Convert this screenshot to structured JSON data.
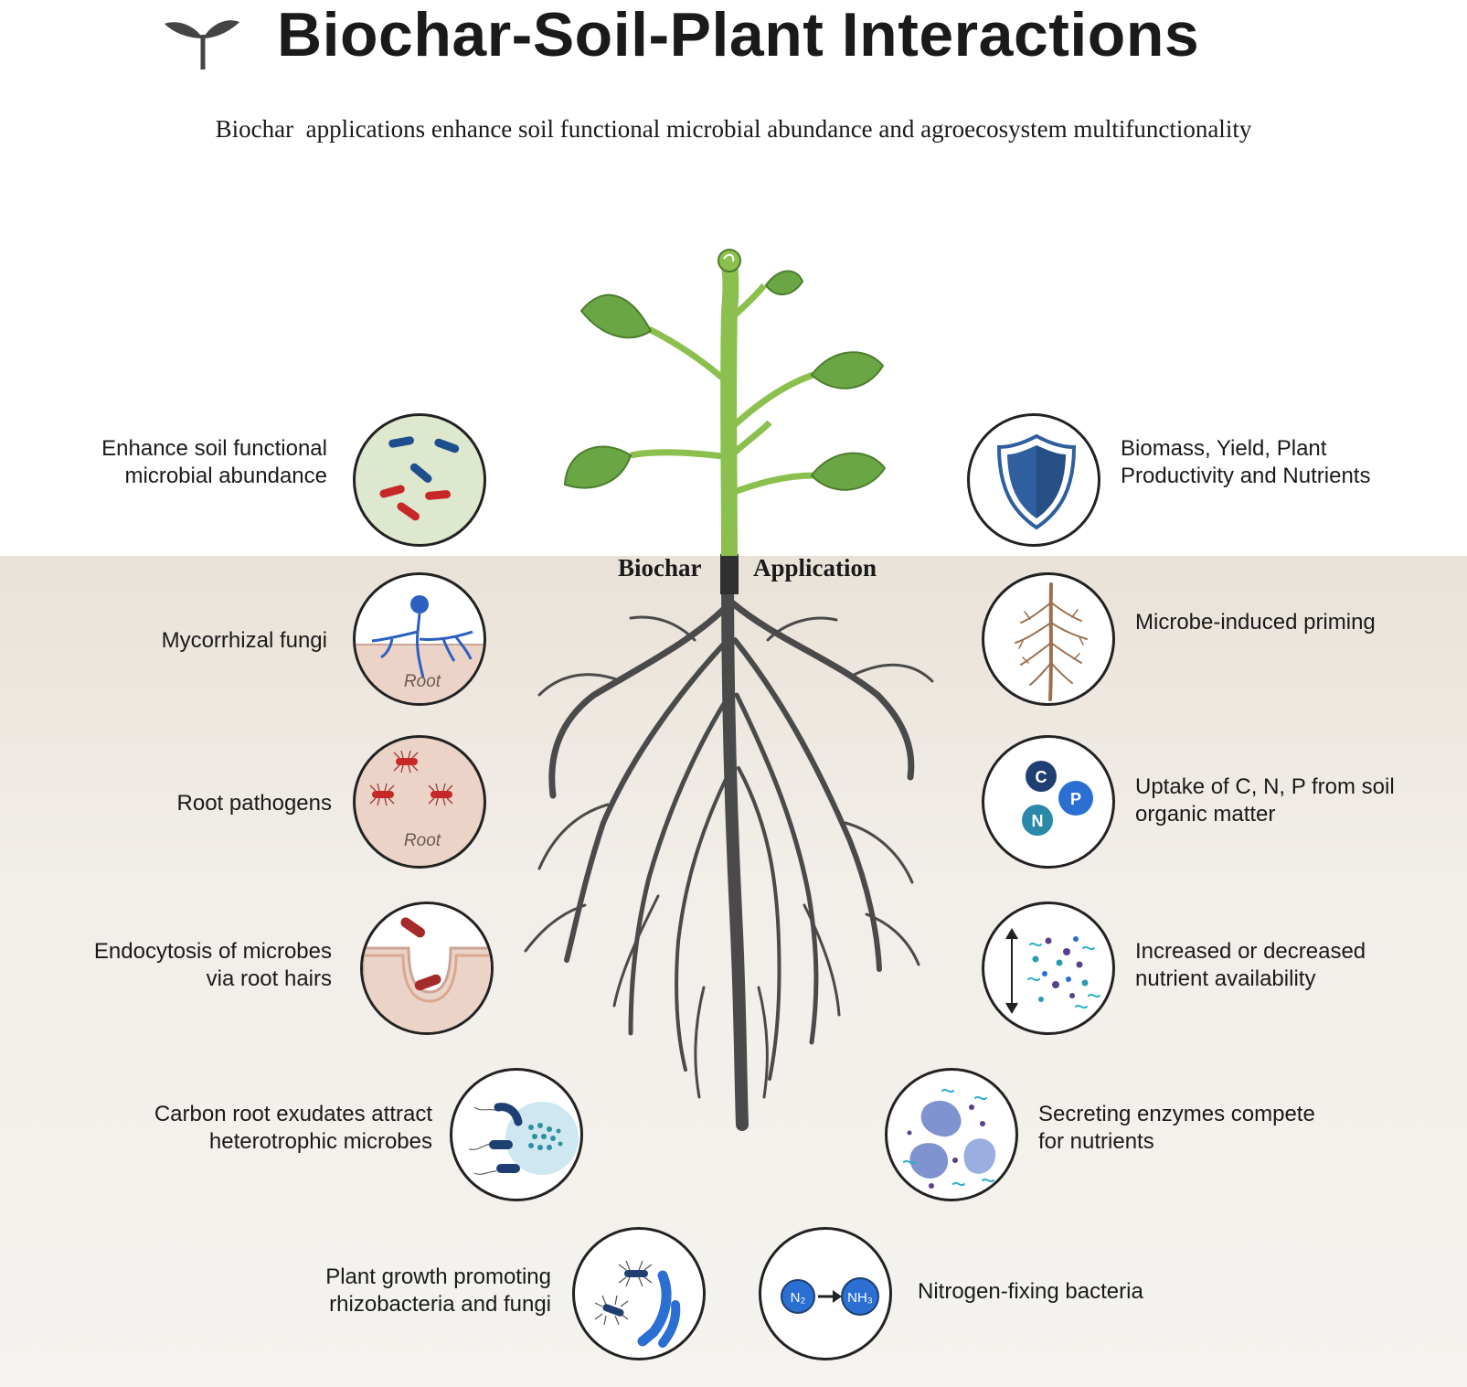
{
  "title": "Biochar-Soil-Plant Interactions",
  "subtitle": "Biochar  applications enhance soil functional microbial abundance and agroecosystem multifunctionality",
  "center": {
    "left_word": "Biochar",
    "right_word": "Application"
  },
  "left_items": [
    {
      "label": "Enhance soil functional microbial abundance",
      "icon": "bacteria-icon"
    },
    {
      "label": "Mycorrhizal fungi",
      "icon": "mycorrhiza-icon",
      "caption": "Root"
    },
    {
      "label": "Root pathogens",
      "icon": "pathogen-icon",
      "caption": "Root"
    },
    {
      "label": "Endocytosis of microbes via root hairs",
      "icon": "endocytosis-icon"
    },
    {
      "label": "Carbon root exudates attract heterotrophic microbes",
      "icon": "exudate-icon"
    },
    {
      "label": "Plant growth promoting rhizobacteria and fungi",
      "icon": "rhizobacteria-icon"
    }
  ],
  "right_items": [
    {
      "label": "Biomass, Yield, Plant Productivity and Nutrients",
      "icon": "shield-icon"
    },
    {
      "label": "Microbe-induced priming",
      "icon": "root-icon"
    },
    {
      "label": "Uptake of C, N, P from soil organic matter",
      "icon": "nutrient-atoms-icon",
      "atoms": [
        "C",
        "P",
        "N"
      ]
    },
    {
      "label": "Increased or decreased nutrient availability",
      "icon": "nutrient-particles-icon"
    },
    {
      "label": "Secreting enzymes compete for nutrients",
      "icon": "enzymes-icon"
    },
    {
      "label": "Nitrogen-fixing bacteria",
      "icon": "nitrogen-fixation-icon",
      "from": "N₂",
      "to": "NH₃"
    }
  ],
  "colors": {
    "leaf": "#6ba644",
    "stem": "#8cc04e",
    "root": "#4a4a4a",
    "soil": "#ebe5dc",
    "bacteria_red": "#c62828",
    "bacteria_blue": "#1f4e8c",
    "shield": "#2f5f9e",
    "circle_green": "#dde8cf",
    "circle_pink": "#ecd3c7"
  }
}
